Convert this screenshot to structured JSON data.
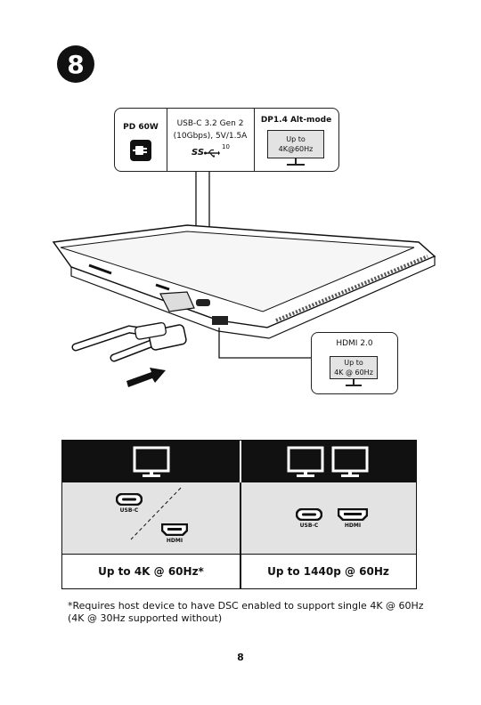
{
  "step": {
    "number": "8"
  },
  "spec": {
    "pd_label": "PD 60W",
    "usb_label_line1": "USB-C 3.2 Gen 2",
    "usb_label_line2": "(10Gbps), 5V/1.5A",
    "usb_logo_text": "SS",
    "usb_logo_sup": "10",
    "dp_label": "DP1.4 Alt-mode",
    "dp_monitor_line1": "Up to",
    "dp_monitor_line2": "4K@60Hz"
  },
  "hdmi_box": {
    "label": "HDMI 2.0",
    "monitor_line1": "Up to",
    "monitor_line2": "4K @ 60Hz"
  },
  "table": {
    "left": {
      "port_usbc": "USB-C",
      "port_hdmi": "HDMI",
      "result": "Up to 4K @ 60Hz*"
    },
    "right": {
      "port_usbc": "USB-C",
      "port_hdmi": "HDMI",
      "result": "Up to 1440p @ 60Hz"
    }
  },
  "footnote": {
    "line1": "*Requires host device to have DSC enabled to support single 4K @ 60Hz",
    "line2": "(4K @ 30Hz supported without)"
  },
  "page_number": "8",
  "icons": [
    "power-delivery-icon",
    "usb-trident-icon",
    "monitor-icon",
    "usb-c-port-icon",
    "hdmi-port-icon",
    "arrow-icon"
  ]
}
